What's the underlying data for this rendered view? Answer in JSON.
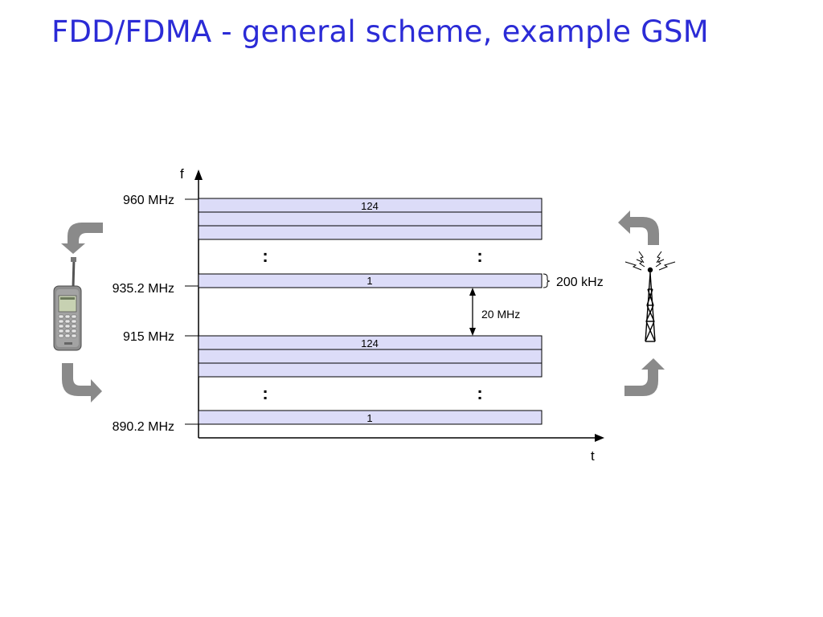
{
  "title": "FDD/FDMA - general scheme, example GSM",
  "axes": {
    "f": "f",
    "t": "t"
  },
  "frequency_labels": [
    {
      "id": "960",
      "text": "960 MHz"
    },
    {
      "id": "935",
      "text": "935.2 MHz"
    },
    {
      "id": "915",
      "text": "915 MHz"
    },
    {
      "id": "890",
      "text": "890.2 MHz"
    }
  ],
  "channel_labels": {
    "down_top": "124",
    "down_bottom": "1",
    "up_top": "124",
    "up_bottom": "1"
  },
  "ellipsis": ":",
  "duplex_spacing": "20 MHz",
  "channel_bandwidth": "200 kHz",
  "colors": {
    "title": "#2b2bd6",
    "channel_fill": "#dcdcf8",
    "arrow_gray": "#8a8a8a"
  },
  "icons": [
    "mobile-phone-icon",
    "base-station-tower-icon",
    "curved-arrow-icon"
  ]
}
